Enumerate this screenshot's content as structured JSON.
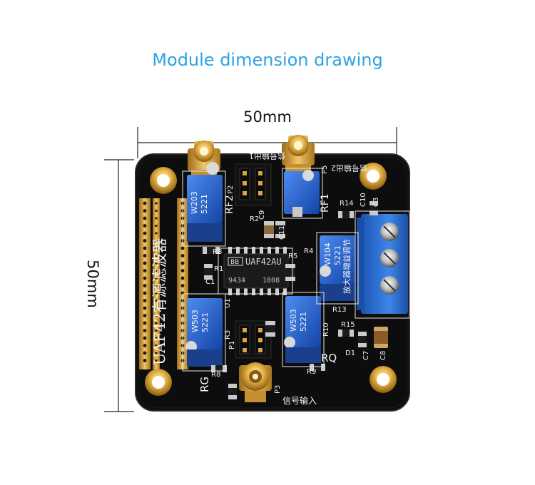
{
  "title": "Module dimension drawing",
  "dimensions": {
    "width_label": "50mm",
    "height_label": "50mm"
  },
  "board": {
    "chip_brand": "BB",
    "chip_name": "UAF42AU",
    "chip_code_a": "9434",
    "chip_code_b": "1808",
    "board_title": "UAF42有源滤波器",
    "label_input": "信号输入",
    "label_output1": "信号输出1",
    "label_output2": "信号输出2",
    "label_amp": "放大器增益调节",
    "label_rf2": "RF2",
    "label_rf1": "RF1",
    "label_rg": "RG",
    "label_rq": "RQ",
    "pot_w203": "W203",
    "pot_w203_code": "5221",
    "pot_w104": "W104",
    "pot_w104_code": "5221",
    "pot_w503a": "W503",
    "pot_w503a_code": "5221",
    "pot_w503b": "W503",
    "pot_w503b_code": "5221",
    "ref_r1": "R1",
    "ref_r2": "R2",
    "ref_r3": "R3",
    "ref_r4": "R4",
    "ref_r5": "R5",
    "ref_r8": "R8",
    "ref_r9": "R9",
    "ref_r10": "R10",
    "ref_r13": "R13",
    "ref_r14": "R14",
    "ref_r15": "R15",
    "ref_c1": "C1",
    "ref_c3": "C3",
    "ref_c7": "C7",
    "ref_c8": "C8",
    "ref_c9": "C9",
    "ref_c10": "C10",
    "ref_c11": "C11",
    "ref_d1": "D1",
    "ref_u1": "U1",
    "ref_p1": "P1",
    "ref_p2": "P2",
    "ref_p3": "P3",
    "ref_p5": "P5"
  },
  "colors": {
    "title": "#2ca3e4",
    "pcb": "#0d0d0d",
    "gold": "#d9a441",
    "pot_blue": "#1f5fd1",
    "terminal_blue": "#2a74d6",
    "silkscreen": "#f2f2f2"
  }
}
